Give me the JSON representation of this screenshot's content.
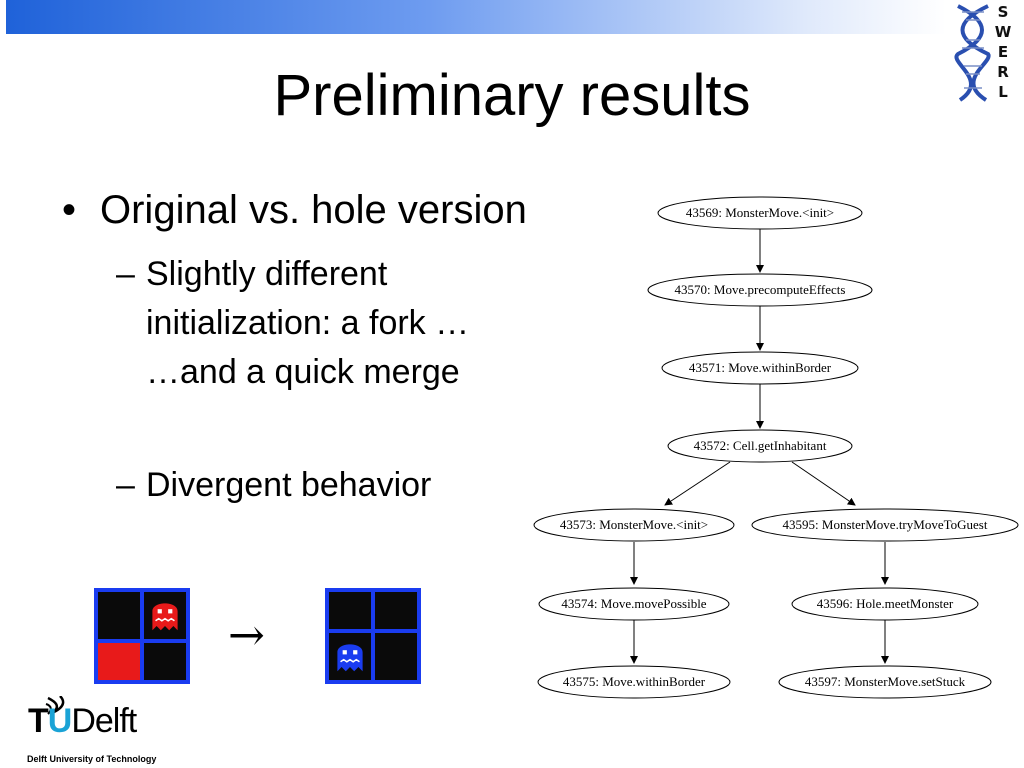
{
  "slide": {
    "title": "Preliminary results",
    "bullet": "Original vs. hole version",
    "bullet_marker": "•",
    "sub_marker": "–",
    "sub_items": [
      {
        "lines": [
          "Slightly different",
          "initialization: a fork …",
          "…and a quick merge"
        ]
      },
      {
        "lines": [
          "Divergent behavior"
        ]
      }
    ],
    "arrow": "→"
  },
  "logos": {
    "swerl_letters": [
      "S",
      "W",
      "E",
      "R",
      "L"
    ],
    "tudelft": {
      "t": "T",
      "u": "U",
      "delft": "Delft",
      "subtitle": "Delft University of Technology"
    }
  },
  "graph": {
    "nodes": [
      {
        "id": "n0",
        "label": "43569: MonsterMove.<init>"
      },
      {
        "id": "n1",
        "label": "43570: Move.precomputeEffects"
      },
      {
        "id": "n2",
        "label": "43571: Move.withinBorder"
      },
      {
        "id": "n3",
        "label": "43572: Cell.getInhabitant"
      },
      {
        "id": "n4",
        "label": "43573: MonsterMove.<init>"
      },
      {
        "id": "n5",
        "label": "43595: MonsterMove.tryMoveToGuest"
      },
      {
        "id": "n6",
        "label": "43574: Move.movePossible"
      },
      {
        "id": "n7",
        "label": "43596: Hole.meetMonster"
      },
      {
        "id": "n8",
        "label": "43575: Move.withinBorder"
      },
      {
        "id": "n9",
        "label": "43597: MonsterMove.setStuck"
      }
    ],
    "edges": [
      [
        "n0",
        "n1"
      ],
      [
        "n1",
        "n2"
      ],
      [
        "n2",
        "n3"
      ],
      [
        "n3",
        "n4"
      ],
      [
        "n3",
        "n5"
      ],
      [
        "n4",
        "n6"
      ],
      [
        "n5",
        "n7"
      ],
      [
        "n6",
        "n8"
      ],
      [
        "n7",
        "n9"
      ]
    ]
  },
  "colors": {
    "band": "#1f62d9",
    "grid_blue": "#1a3cf0",
    "ghost_red": "#e81a1a",
    "ghost_blue": "#1a3cf0",
    "tu_blue": "#1aa3d6"
  },
  "icons": [
    "swerl-dna-logo",
    "red-ghost-icon",
    "blue-ghost-icon",
    "tudelft-flame-logo"
  ]
}
